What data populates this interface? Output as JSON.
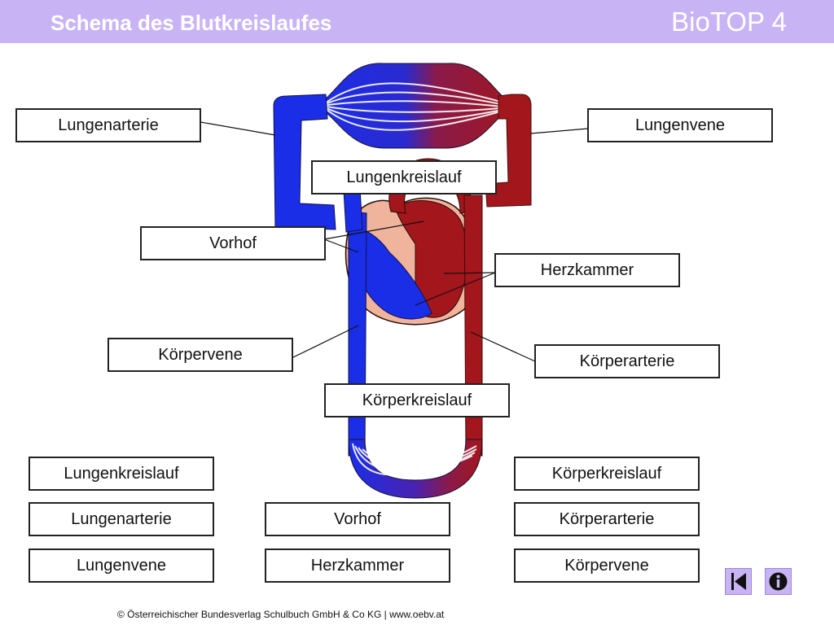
{
  "header": {
    "title": "Schema des Blutkreislaufes",
    "brand": "BioTOP 4",
    "background": "#c8b4f5"
  },
  "colors": {
    "oxygen_poor": "#1a2ee8",
    "oxygen_rich": "#a3161c",
    "heart_wall": "#f0b49c"
  },
  "diagram_labels": {
    "lungenarterie": "Lungenarterie",
    "lungenvene": "Lungenvene",
    "lungenkreislauf": "Lungenkreislauf",
    "vorhof": "Vorhof",
    "herzkammer": "Herzkammer",
    "koerpervene": "Körpervene",
    "koerperarterie": "Körperarterie",
    "koerperkreislauf": "Körperkreislauf"
  },
  "answer_tiles": {
    "col1": [
      "Lungenkreislauf",
      "Lungenarterie",
      "Lungenvene"
    ],
    "col2": [
      "Vorhof",
      "Herzkammer"
    ],
    "col3": [
      "Körperkreislauf",
      "Körperarterie",
      "Körpervene"
    ]
  },
  "nav": {
    "first_icon": "skip-to-start-icon",
    "info_icon": "info-icon"
  },
  "footer": {
    "copyright": "© Österreichischer Bundesverlag Schulbuch GmbH & Co KG | www.oebv.at"
  }
}
